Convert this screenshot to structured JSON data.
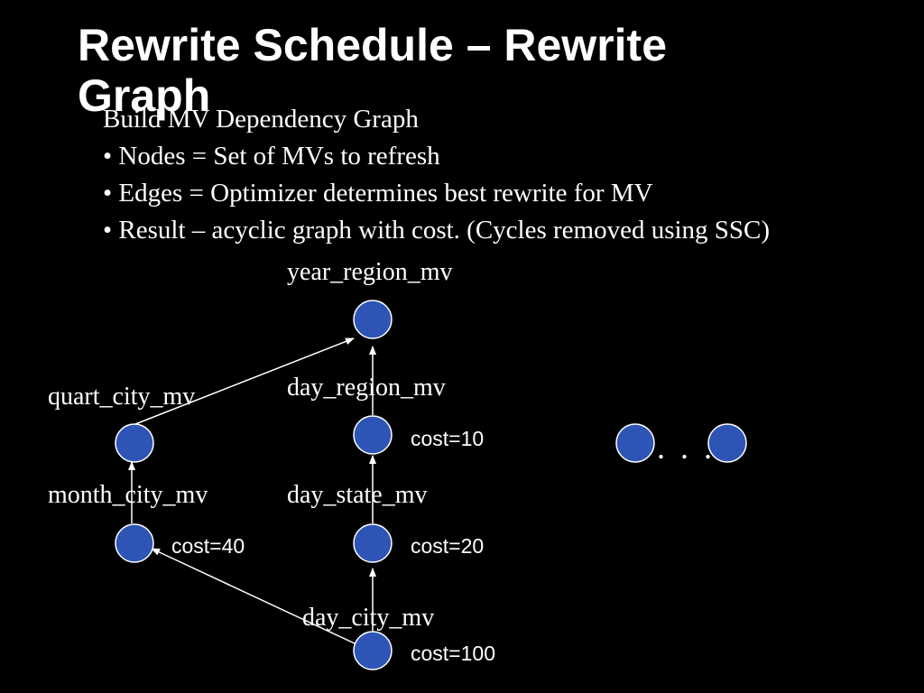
{
  "title": {
    "line1": "Rewrite Schedule – Rewrite",
    "line2": "Graph"
  },
  "bullets": {
    "heading": "Build MV Dependency Graph",
    "items": [
      "• Nodes = Set of MVs to refresh",
      "• Edges = Optimizer determines best rewrite for MV",
      "• Result – acyclic graph with cost. (Cycles removed using SSC)"
    ]
  },
  "graph": {
    "node_color": "#2e55b5",
    "node_outline": "#ffffff",
    "edge_color": "#ffffff",
    "nodes": {
      "year_region_mv": {
        "label": "year_region_mv"
      },
      "day_region_mv": {
        "label": "day_region_mv",
        "cost": "cost=10"
      },
      "day_state_mv": {
        "label": "day_state_mv",
        "cost": "cost=20"
      },
      "day_city_mv": {
        "label": "day_city_mv",
        "cost": "cost=100"
      },
      "quart_city_mv": {
        "label": "quart_city_mv"
      },
      "month_city_mv": {
        "label": "month_city_mv",
        "cost": "cost=40"
      }
    },
    "ellipsis": ". . ."
  }
}
